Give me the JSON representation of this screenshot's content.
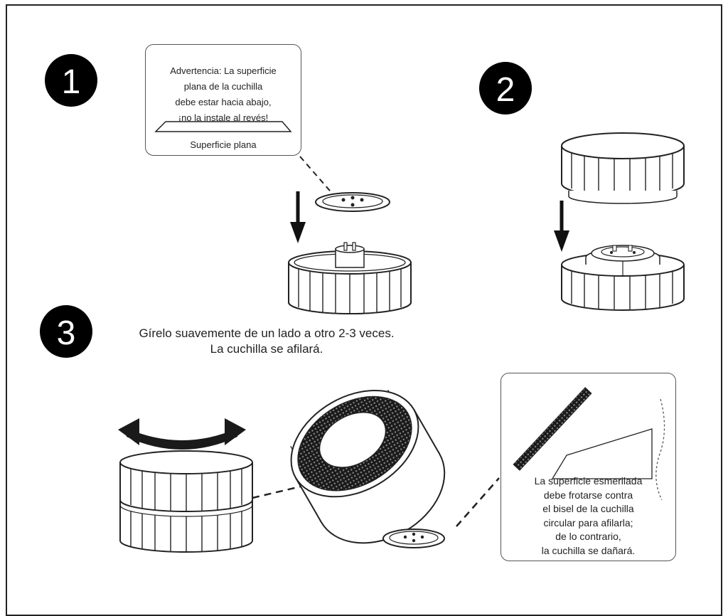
{
  "steps": {
    "step1": {
      "number": "1",
      "warning": "Advertencia: La superficie\nplana de la cuchilla\ndebe estar hacia abajo,\n¡no la instale al revés!",
      "flat_surface_label": "Superficie plana"
    },
    "step2": {
      "number": "2"
    },
    "step3": {
      "number": "3",
      "instruction": "Gírelo suavemente de un lado a otro 2-3 veces.\nLa cuchilla se afilará.",
      "grinding_note": "La superficie esmerilada\ndebe frotarse contra\nel bisel de la cuchilla\ncircular para afilarla;\nde lo contrario,\nla cuchilla se dañará."
    }
  },
  "colors": {
    "line": "#222222",
    "badge": "#000000",
    "text": "#222222"
  }
}
